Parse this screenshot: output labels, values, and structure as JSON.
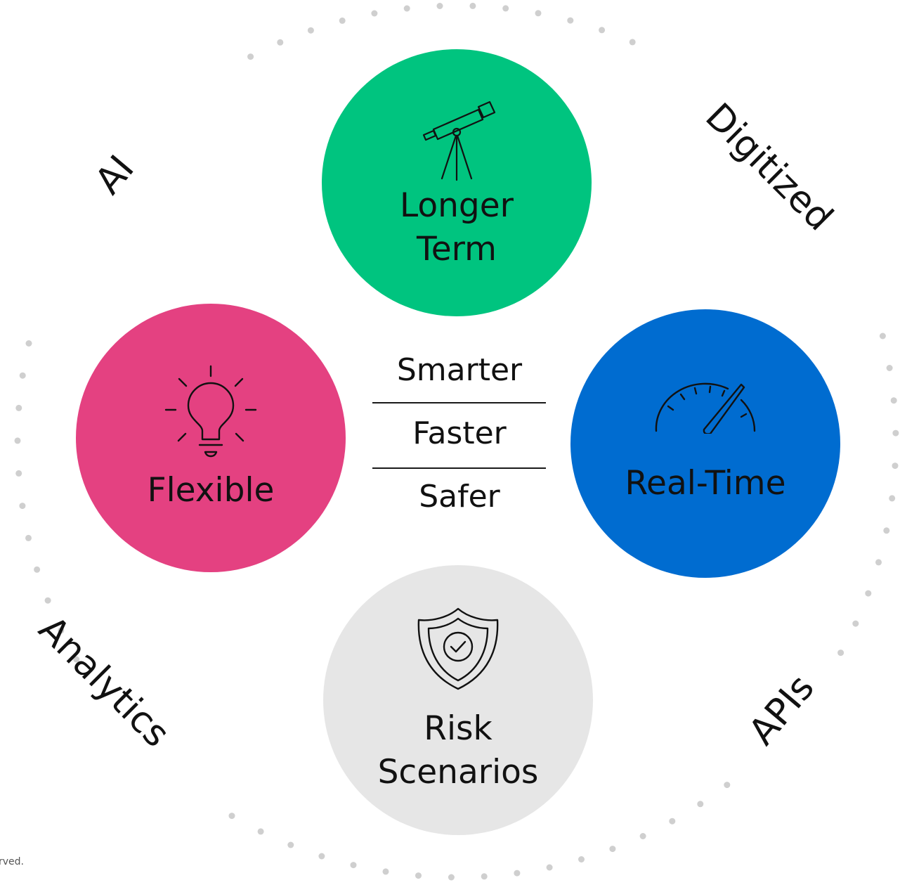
{
  "colors": {
    "longer_term": "#00c47f",
    "flexible": "#e44181",
    "real_time": "#006cd0",
    "risk_scenarios": "#e6e6e6",
    "ring_dots": "#cfcfcf"
  },
  "circles": {
    "longer_term": {
      "label_line1": "Longer",
      "label_line2": "Term",
      "icon": "telescope-icon"
    },
    "flexible": {
      "label": "Flexible",
      "icon": "lightbulb-icon"
    },
    "real_time": {
      "label": "Real-Time",
      "icon": "speedometer-icon"
    },
    "risk_scenarios": {
      "label_line1": "Risk",
      "label_line2": "Scenarios",
      "icon": "shield-check-icon"
    }
  },
  "center": {
    "items": [
      "Smarter",
      "Faster",
      "Safer"
    ]
  },
  "ring_words": {
    "ai": "AI",
    "digitized": "Digitized",
    "analytics": "Analytics",
    "apis": "APIs"
  },
  "footnote": "rved."
}
